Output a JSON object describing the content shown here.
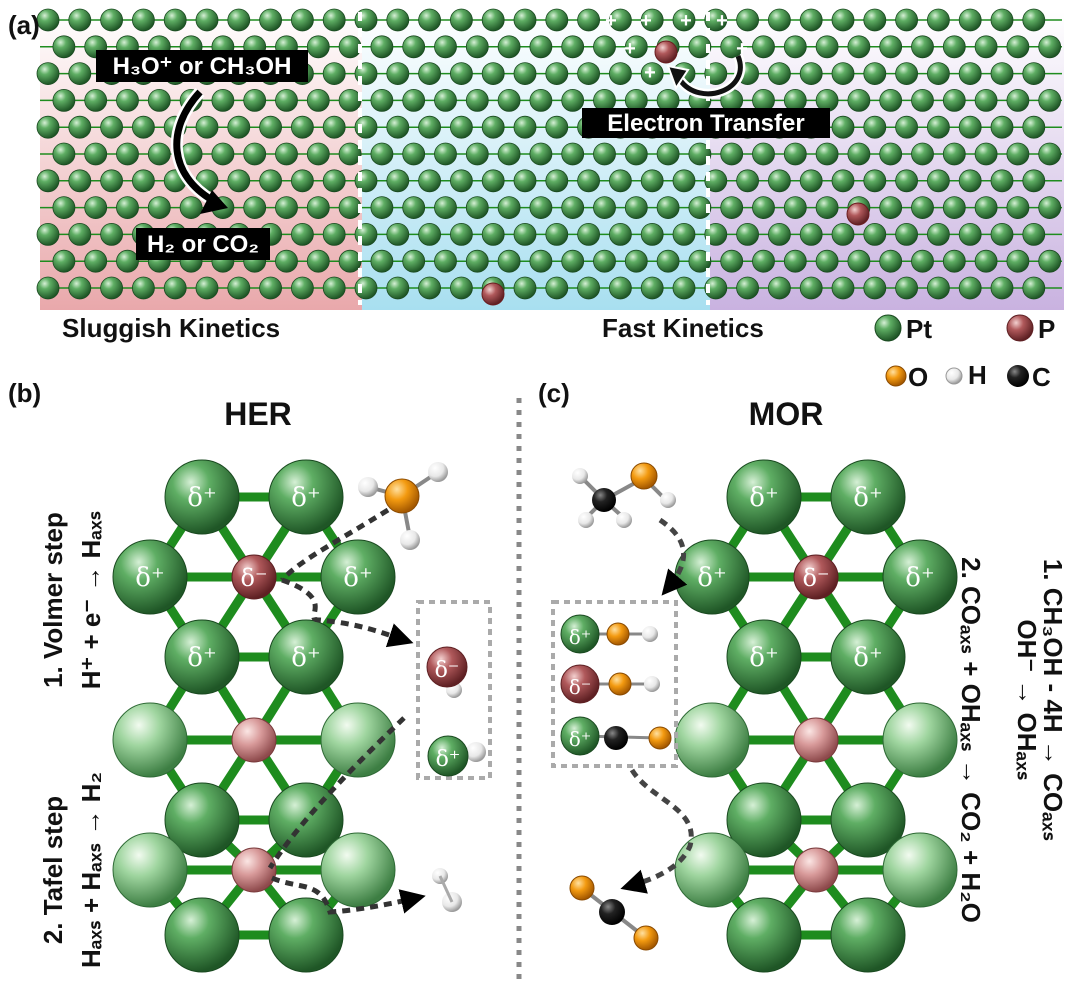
{
  "panel_a": {
    "label": "(a)",
    "reactant_text": "H₃O⁺ or CH₃OH",
    "product_text": "H₂ or CO₂",
    "electron_transfer": "Electron Transfer",
    "sluggish": "Sluggish Kinetics",
    "fast": "Fast Kinetics"
  },
  "legend": {
    "pt": "Pt",
    "p": "P",
    "o": "O",
    "h": "H",
    "c": "C"
  },
  "panel_b": {
    "label": "(b)",
    "title": "HER",
    "step1_title": "1. Volmer step",
    "step1_eq": "H⁺ + e⁻ → Hₐₓₛ",
    "step2_title": "2. Tafel step",
    "step2_eq": "Hₐₓₛ + Hₐₓₛ → H₂"
  },
  "panel_c": {
    "label": "(c)",
    "title": "MOR",
    "step1_line1": "1. CH₃OH - 4H → COₐₓₛ",
    "step1_line2": "OH⁻ → OHₐₓₛ",
    "step2_line": "2. COₐₓₛ + OHₐₓₛ → CO₂ + H₂O"
  },
  "symbols": {
    "delta_plus": "δ⁺",
    "delta_minus": "δ⁻",
    "plus": "+"
  },
  "colors": {
    "pt": "#2f7d3a",
    "p": "#a84a4c",
    "o": "#f08a00",
    "h": "#dcdcdc",
    "c": "#111111",
    "bond": "#1e8c1e",
    "bg_left": "#e9a8ab",
    "bg_mid": "#a8dff0",
    "bg_right": "#c9b2e0"
  }
}
